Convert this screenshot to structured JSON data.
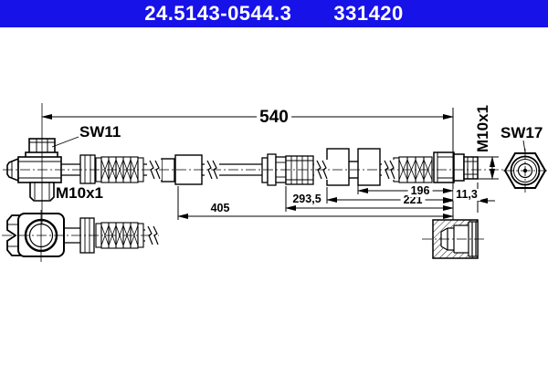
{
  "header": {
    "part_number": "24.5143-0544.3",
    "reference_number": "331420",
    "bg_color": "#1712e8",
    "text_color": "#ffffff"
  },
  "drawing": {
    "line_color": "#000000",
    "labels": {
      "hex_left": "SW11",
      "thread_left": "M10x1",
      "thread_right": "M10x1",
      "hex_right": "SW17"
    },
    "dimensions": {
      "total_length": "540",
      "length_405": "405",
      "length_293_5": "293,5",
      "length_221": "221",
      "length_196": "196",
      "length_11_3": "11,3"
    }
  }
}
